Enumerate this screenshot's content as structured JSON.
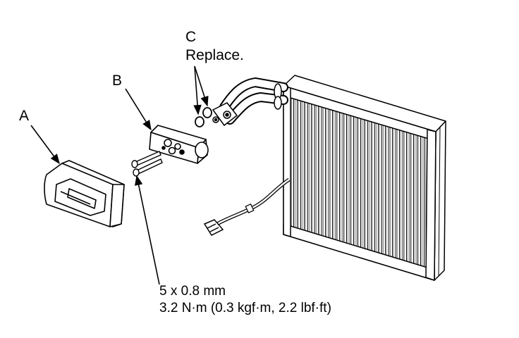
{
  "callouts": {
    "a": "A",
    "b": "B",
    "c": "C",
    "c_note": "Replace."
  },
  "spec": {
    "bolt_size": "5 x 0.8 mm",
    "torque": "3.2 N·m (0.3 kgf·m, 2.2 lbf·ft)"
  },
  "colors": {
    "ink": "#000000",
    "paper": "#ffffff"
  }
}
